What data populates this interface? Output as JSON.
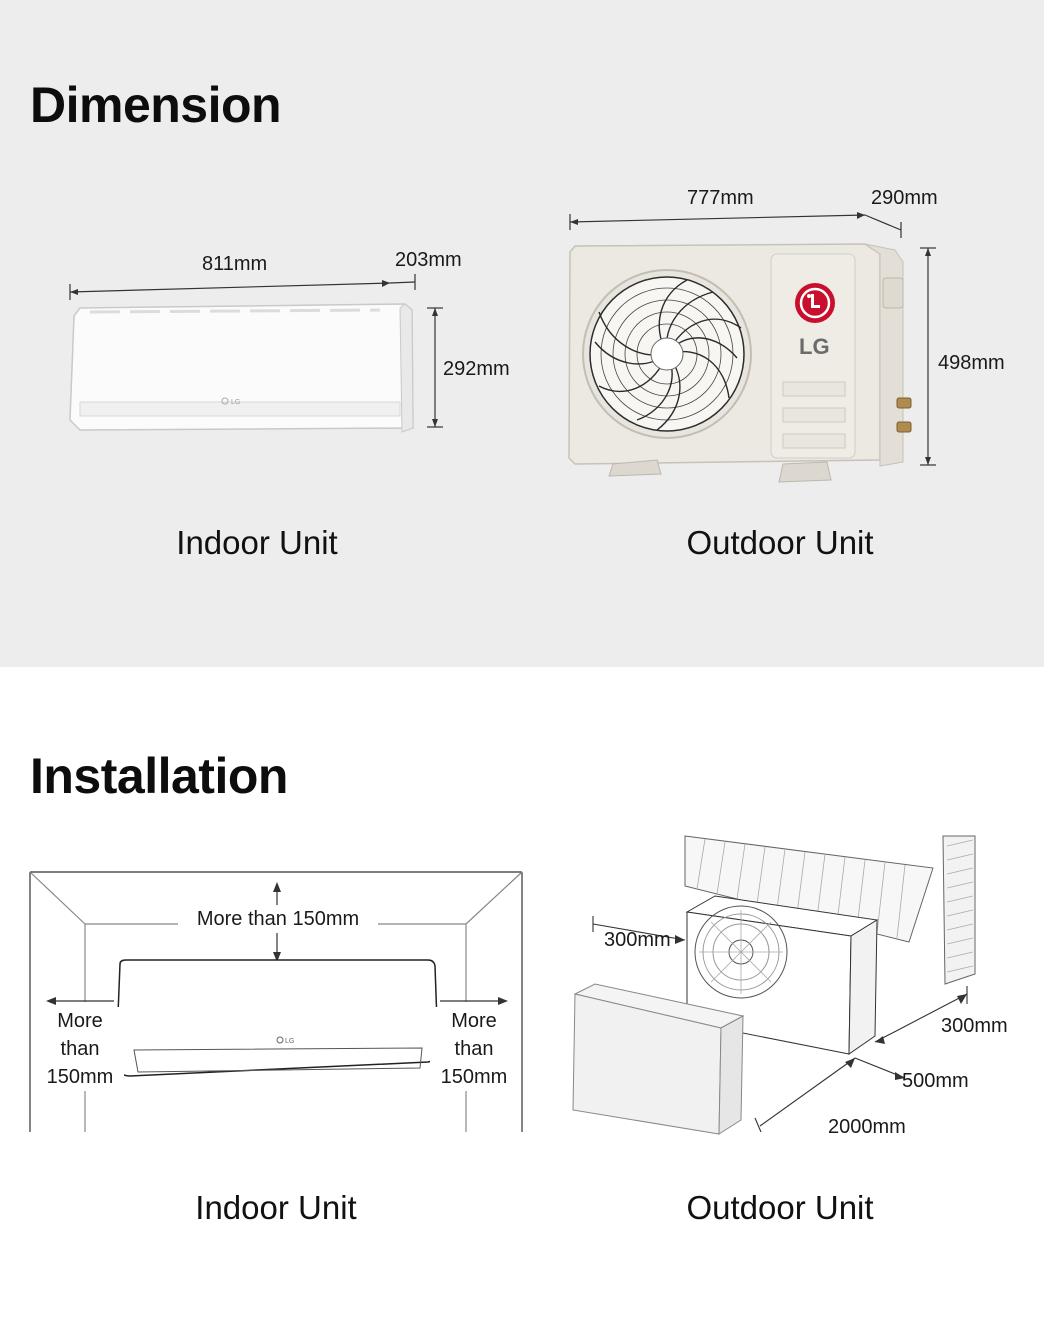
{
  "dimension": {
    "title": "Dimension",
    "indoor": {
      "caption": "Indoor Unit",
      "width": "811mm",
      "depth": "203mm",
      "height": "292mm",
      "logo": "LG"
    },
    "outdoor": {
      "caption": "Outdoor Unit",
      "width": "777mm",
      "depth": "290mm",
      "height": "498mm",
      "logo": "LG"
    }
  },
  "installation": {
    "title": "Installation",
    "indoor": {
      "caption": "Indoor Unit",
      "top_clearance": "More than 150mm",
      "left_clearance": "More than 150mm",
      "right_clearance": "More than 150mm",
      "left_lines": [
        "More",
        "than",
        "150mm"
      ],
      "right_lines": [
        "More",
        "than",
        "150mm"
      ]
    },
    "outdoor": {
      "caption": "Outdoor Unit",
      "front_clearance": "300mm",
      "rear_clearance": "300mm",
      "side_clearance": "500mm",
      "obstacle_distance": "2000mm"
    }
  },
  "colors": {
    "top_background": "#ededed",
    "unit_body": "#f3f1ec",
    "lg_red": "#c8102e",
    "line": "#333333"
  },
  "icons": [
    "lg-logo-icon",
    "fan-grille-icon"
  ]
}
